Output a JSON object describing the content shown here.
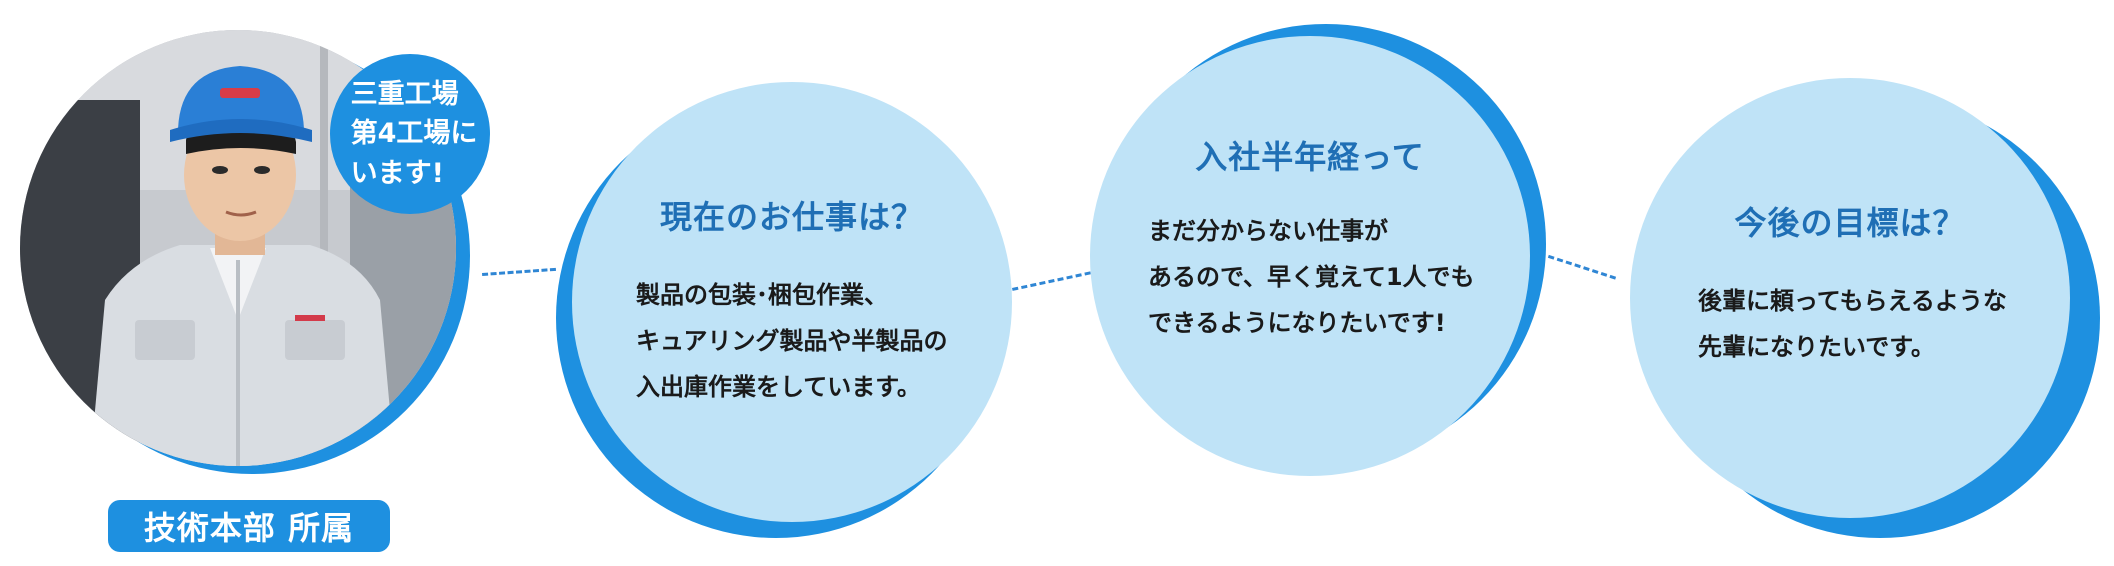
{
  "profile": {
    "location_bubble": {
      "lines": [
        "三重工場",
        "第4工場に",
        "います!"
      ]
    },
    "department": "技術本部 所属"
  },
  "circles": [
    {
      "title": "現在のお仕事は？",
      "lines": [
        "製品の包装･梱包作業、",
        "キュアリング製品や半製品の",
        "入出庫作業をしています。"
      ]
    },
    {
      "title": "入社半年経って",
      "lines": [
        "まだ分からない仕事が",
        "あるので、早く覚えて1人でも",
        "できるようになりたいです!"
      ]
    },
    {
      "title": "今後の目標は？",
      "lines": [
        "後輩に頼ってもらえるような",
        "先輩になりたいです。"
      ]
    }
  ],
  "colors": {
    "accent_blue": "#1e90e0",
    "circle_fill": "#bfe3f7",
    "title_blue": "#1f6fb5",
    "connector": "#2f86d4"
  }
}
